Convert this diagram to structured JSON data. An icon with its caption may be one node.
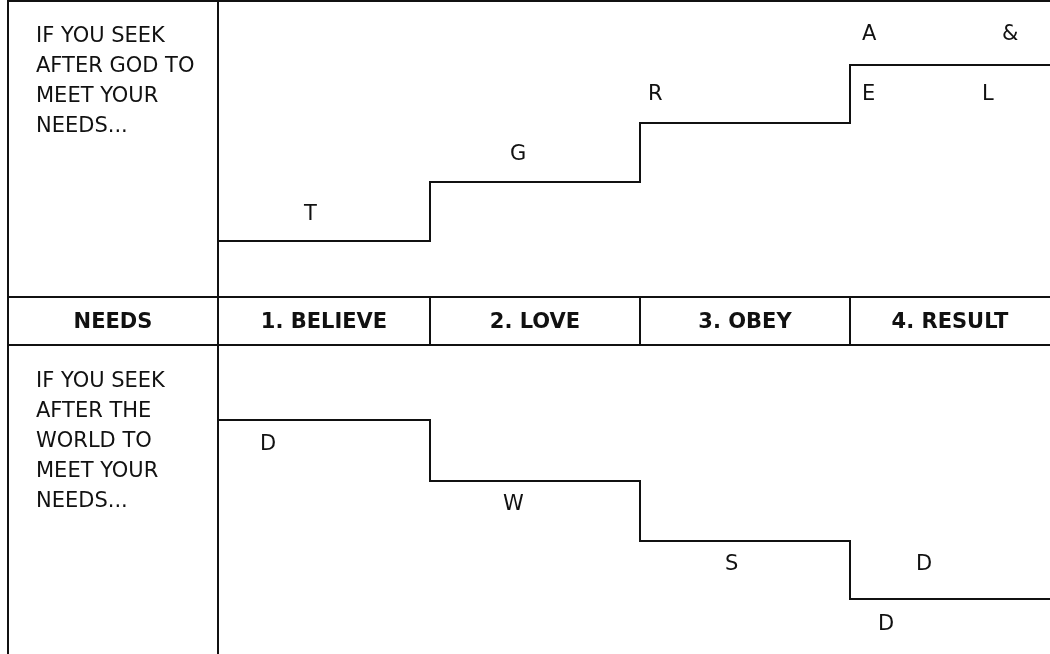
{
  "diagram": {
    "labels": [
      "IF YOU SEEK AFTER GOD TO MEET YOUR NEEDS...",
      "A",
      "&",
      "R",
      "E",
      "L",
      "G",
      "T",
      "NEEDS",
      "1. BELIEVE",
      "2. LOVE",
      "3. OBEY",
      "4. RESULT",
      "IF YOU SEEK AFTER THE WORLD TO MEET YOUR NEEDS...",
      "D",
      "W",
      "S",
      "D",
      "D"
    ]
  }
}
